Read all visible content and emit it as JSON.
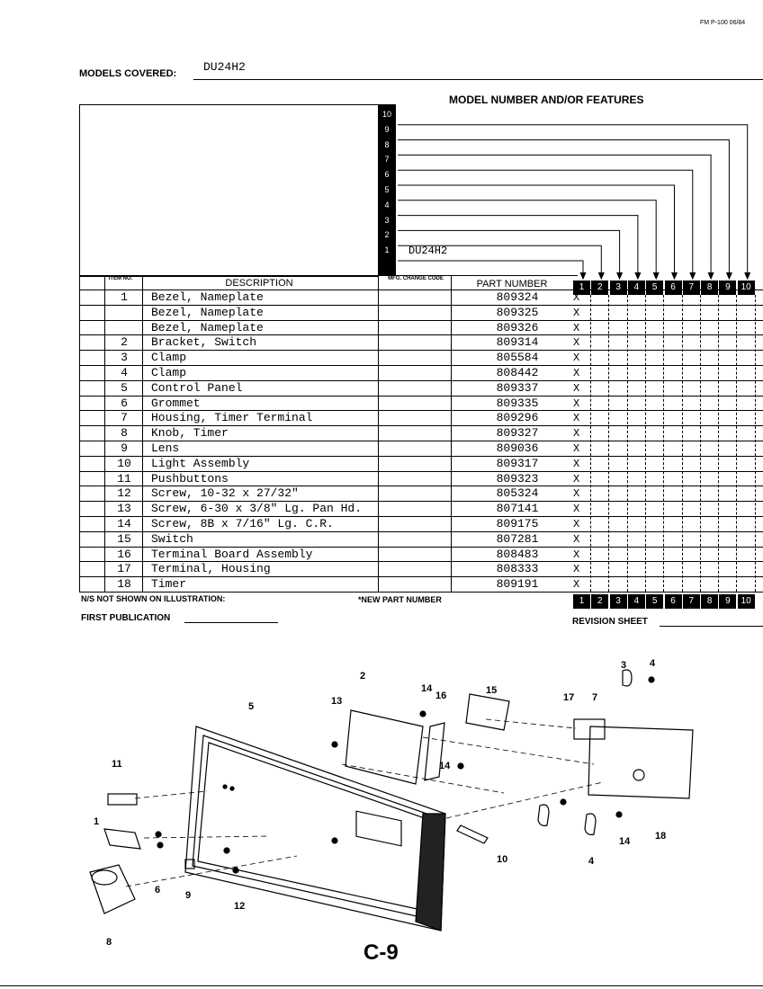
{
  "form_code": "FM P-100 06/84",
  "models_covered": {
    "label": "MODELS COVERED:",
    "value": "DU24H2"
  },
  "features_title": "MODEL NUMBER AND/OR FEATURES",
  "column_numbers": [
    "1",
    "2",
    "3",
    "4",
    "5",
    "6",
    "7",
    "8",
    "9",
    "10"
  ],
  "model_entry": {
    "number": "1",
    "name": "DU24H2"
  },
  "headers": {
    "item_no": "ITEM NO.",
    "description": "DESCRIPTION",
    "mfg_change_code": "MFG. CHANGE CODE",
    "part_number": "PART NUMBER"
  },
  "parts": [
    {
      "item": "1",
      "description": "Bezel, Nameplate",
      "part_number": "809324",
      "mark": "X"
    },
    {
      "item": "",
      "description": "Bezel, Nameplate",
      "part_number": "809325",
      "mark": "X"
    },
    {
      "item": "",
      "description": "Bezel, Nameplate",
      "part_number": "809326",
      "mark": "X"
    },
    {
      "item": "2",
      "description": "Bracket, Switch",
      "part_number": "809314",
      "mark": "X"
    },
    {
      "item": "3",
      "description": "Clamp",
      "part_number": "805584",
      "mark": "X"
    },
    {
      "item": "4",
      "description": "Clamp",
      "part_number": "808442",
      "mark": "X"
    },
    {
      "item": "5",
      "description": "Control Panel",
      "part_number": "809337",
      "mark": "X"
    },
    {
      "item": "6",
      "description": "Grommet",
      "part_number": "809335",
      "mark": "X"
    },
    {
      "item": "7",
      "description": "Housing, Timer Terminal",
      "part_number": "809296",
      "mark": "X"
    },
    {
      "item": "8",
      "description": "Knob, Timer",
      "part_number": "809327",
      "mark": "X"
    },
    {
      "item": "9",
      "description": "Lens",
      "part_number": "809036",
      "mark": "X"
    },
    {
      "item": "10",
      "description": "Light Assembly",
      "part_number": "809317",
      "mark": "X"
    },
    {
      "item": "11",
      "description": "Pushbuttons",
      "part_number": "809323",
      "mark": "X"
    },
    {
      "item": "12",
      "description": "Screw, 10-32 x 27/32\"",
      "part_number": "805324",
      "mark": "X"
    },
    {
      "item": "13",
      "description": "Screw, 6-30 x 3/8\" Lg. Pan Hd.",
      "part_number": "807141",
      "mark": "X"
    },
    {
      "item": "14",
      "description": "Screw, 8B x 7/16\" Lg. C.R.",
      "part_number": "809175",
      "mark": "X"
    },
    {
      "item": "15",
      "description": "Switch",
      "part_number": "807281",
      "mark": "X"
    },
    {
      "item": "16",
      "description": "Terminal Board Assembly",
      "part_number": "808483",
      "mark": "X"
    },
    {
      "item": "17",
      "description": "Terminal, Housing",
      "part_number": "808333",
      "mark": "X"
    },
    {
      "item": "18",
      "description": "Timer",
      "part_number": "809191",
      "mark": "X"
    }
  ],
  "footer": {
    "ns_note": "N/S NOT SHOWN ON ILLUSTRATION:",
    "new_part": "*NEW PART NUMBER",
    "first_publication": "FIRST PUBLICATION",
    "revision_sheet": "REVISION SHEET"
  },
  "callouts": [
    "1",
    "2",
    "3",
    "4",
    "4",
    "5",
    "6",
    "7",
    "8",
    "9",
    "10",
    "11",
    "12",
    "13",
    "14",
    "14",
    "14",
    "15",
    "16",
    "17",
    "18"
  ],
  "page_id": "C-9"
}
